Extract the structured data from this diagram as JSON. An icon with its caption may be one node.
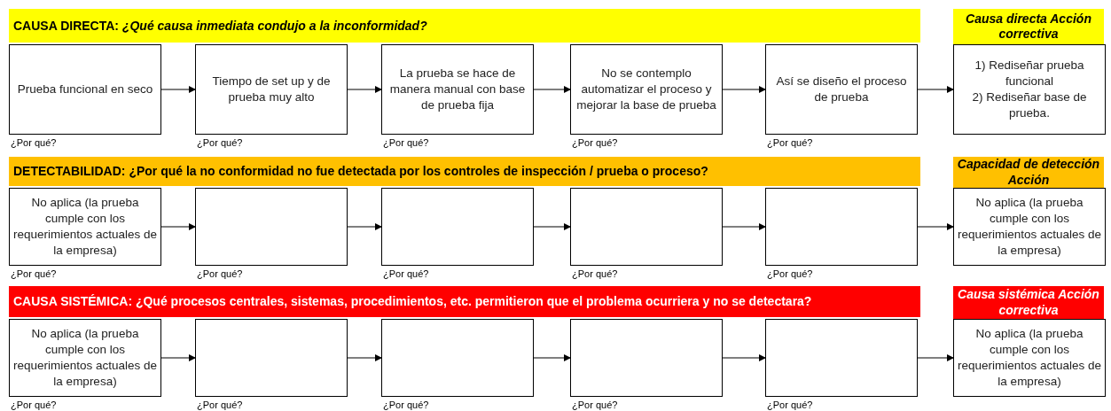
{
  "diagram": {
    "nodes": [
      {
        "text": [
          "CAUSA DIRECTA: *¿Qué causa inmediata condujo a la inconformidad?*"
        ]
      },
      {
        "text": [
          "Causa directa Acción correctiva"
        ]
      },
      {
        "text": [
          "Prueba funcional en seco"
        ],
        "beside": [
          "¿Por qué?"
        ]
      },
      {
        "text": [
          "Tiempo de set up y de prueba muy alto"
        ],
        "beside": [
          "¿Por qué?"
        ]
      },
      {
        "text": [
          "La prueba se hace de manera manual con base de prueba fija"
        ],
        "beside": [
          "¿Por qué?"
        ]
      },
      {
        "text": [
          "No se contemplo automatizar el proceso y mejorar la base de prueba"
        ],
        "beside": [
          "¿Por qué?"
        ]
      },
      {
        "text": [
          "Así se diseño el proceso de prueba"
        ],
        "beside": [
          "¿Por qué?"
        ]
      },
      {
        "text": [
          "1) Rediseñar prueba funcional",
          "2) Rediseñar base de prueba."
        ]
      },
      {
        "text": [
          "DETECTABILIDAD: ¿Por qué la no conformidad no fue detectada por los controles de inspección / prueba o proceso?"
        ]
      },
      {
        "text": [
          "Capacidad de detección Acción"
        ]
      },
      {
        "text": [
          "No aplica (la prueba cumple con los requerimientos actuales de la empresa)"
        ],
        "beside": [
          "¿Por qué?"
        ]
      },
      {
        "text": [],
        "shape": "box",
        "beside": [
          "¿Por qué?"
        ]
      },
      {
        "text": [],
        "shape": "box",
        "beside": [
          "¿Por qué?"
        ]
      },
      {
        "text": [],
        "shape": "box",
        "beside": [
          "¿Por qué?"
        ]
      },
      {
        "text": [],
        "shape": "box",
        "beside": [
          "¿Por qué?"
        ]
      },
      {
        "text": [
          "No aplica (la prueba cumple con los requerimientos actuales de la empresa)"
        ]
      },
      {
        "text": [
          "CAUSA SISTÉMICA: ¿Qué procesos centrales, sistemas, procedimientos, etc. permitieron que el problema ocurriera y no se detectara?"
        ]
      },
      {
        "text": [
          "Causa sistémica Acción correctiva"
        ]
      },
      {
        "text": [
          "No aplica (la prueba cumple con los requerimientos actuales de la empresa)"
        ],
        "beside": [
          "¿Por qué?"
        ]
      },
      {
        "text": [],
        "shape": "box",
        "beside": [
          "¿Por qué?"
        ]
      },
      {
        "text": [],
        "shape": "box",
        "beside": [
          "¿Por qué?"
        ]
      },
      {
        "text": [],
        "shape": "box",
        "beside": [
          "¿Por qué?"
        ]
      },
      {
        "text": [],
        "shape": "box",
        "beside": [
          "¿Por qué?"
        ]
      },
      {
        "text": [
          "No aplica (la prueba cumple con los requerimientos actuales de la empresa)"
        ]
      }
    ],
    "edges": [
      {
        "from": 2,
        "to": 3,
        "arrow": "to"
      },
      {
        "from": 3,
        "to": 4,
        "arrow": "to"
      },
      {
        "from": 4,
        "to": 5,
        "arrow": "to"
      },
      {
        "from": 5,
        "to": 6,
        "arrow": "to"
      },
      {
        "from": 6,
        "to": 7,
        "arrow": "to"
      },
      {
        "from": 10,
        "to": 11,
        "arrow": "to"
      },
      {
        "from": 11,
        "to": 12,
        "arrow": "to"
      },
      {
        "from": 12,
        "to": 13,
        "arrow": "to"
      },
      {
        "from": 13,
        "to": 14,
        "arrow": "to"
      },
      {
        "from": 14,
        "to": 15,
        "arrow": "to"
      },
      {
        "from": 18,
        "to": 19,
        "arrow": "to"
      },
      {
        "from": 19,
        "to": 20,
        "arrow": "to"
      },
      {
        "from": 20,
        "to": 21,
        "arrow": "to"
      },
      {
        "from": 21,
        "to": 22,
        "arrow": "to"
      },
      {
        "from": 22,
        "to": 23,
        "arrow": "to"
      }
    ]
  }
}
